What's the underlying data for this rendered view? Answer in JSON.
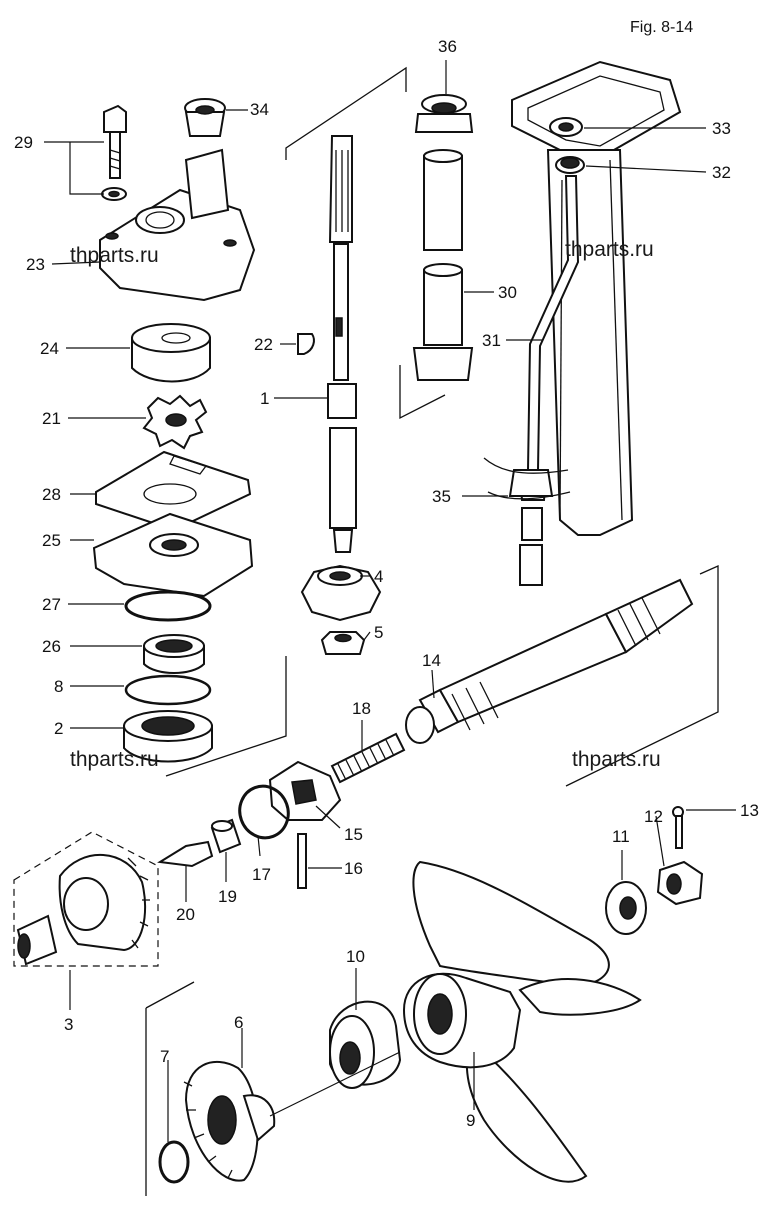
{
  "figure_label": "Fig. 8-14",
  "watermarks": [
    "thparts.ru",
    "thparts.ru",
    "thparts.ru",
    "thparts.ru"
  ],
  "callouts": [
    {
      "id": "c29",
      "label": "29"
    },
    {
      "id": "c34",
      "label": "34"
    },
    {
      "id": "c36",
      "label": "36"
    },
    {
      "id": "c33",
      "label": "33"
    },
    {
      "id": "c32",
      "label": "32"
    },
    {
      "id": "c23",
      "label": "23"
    },
    {
      "id": "c30",
      "label": "30"
    },
    {
      "id": "c31",
      "label": "31"
    },
    {
      "id": "c24",
      "label": "24"
    },
    {
      "id": "c22",
      "label": "22"
    },
    {
      "id": "c1",
      "label": "1"
    },
    {
      "id": "c21",
      "label": "21"
    },
    {
      "id": "c28",
      "label": "28"
    },
    {
      "id": "c35",
      "label": "35"
    },
    {
      "id": "c25",
      "label": "25"
    },
    {
      "id": "c4",
      "label": "4"
    },
    {
      "id": "c27",
      "label": "27"
    },
    {
      "id": "c5",
      "label": "5"
    },
    {
      "id": "c26",
      "label": "26"
    },
    {
      "id": "c14",
      "label": "14"
    },
    {
      "id": "c8",
      "label": "8"
    },
    {
      "id": "c18",
      "label": "18"
    },
    {
      "id": "c2",
      "label": "2"
    },
    {
      "id": "c15",
      "label": "15"
    },
    {
      "id": "c12",
      "label": "12"
    },
    {
      "id": "c13",
      "label": "13"
    },
    {
      "id": "c11",
      "label": "11"
    },
    {
      "id": "c16",
      "label": "16"
    },
    {
      "id": "c17",
      "label": "17"
    },
    {
      "id": "c19",
      "label": "19"
    },
    {
      "id": "c20",
      "label": "20"
    },
    {
      "id": "c10",
      "label": "10"
    },
    {
      "id": "c3",
      "label": "3"
    },
    {
      "id": "c6",
      "label": "6"
    },
    {
      "id": "c7",
      "label": "7"
    },
    {
      "id": "c9",
      "label": "9"
    }
  ]
}
